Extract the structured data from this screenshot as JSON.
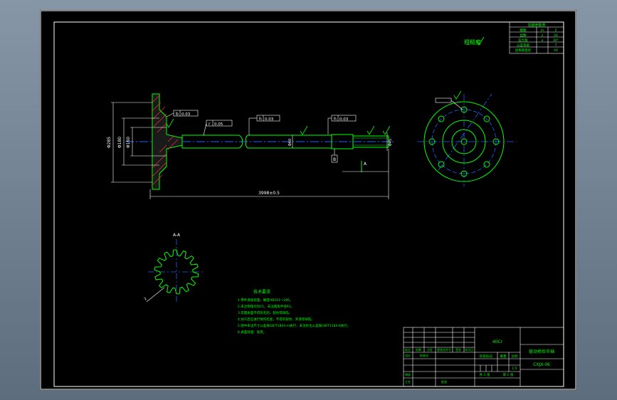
{
  "drawing": {
    "surface_note": "粗糙度",
    "dimension_total": "3998±0.5",
    "dim_left_1": "Φ285",
    "dim_left_2": "Φ180",
    "dim_left_3": "Φ160",
    "dim_shaft": "Φ60",
    "dim_end": "Φ45",
    "fcf_1": "0.03",
    "fcf_2": "0.05",
    "fcf_3": "0.03",
    "fcf_4": "0.03",
    "datum": "B",
    "section_label": "A-A",
    "section_mark": "A",
    "tech_title": "技术要求",
    "tech_lines": [
      "1.零件调质处理，硬度HB241～285。",
      "2.未注倒角均为C1，未注圆角半径R1。",
      "3.花键表面不得有毛刺、裂纹等缺陷。",
      "4.加工后应进行探伤检查，不得有裂纹、夹渣等缺陷。",
      "5.图中未注尺寸公差按GB/T1804-m执行，未注形位公差按GB/T1184-K执行。",
      "6.表面处理：发黑。"
    ],
    "spline_table_title": "花键参数表",
    "spline_table_rows": [
      [
        "模数",
        "m",
        "2"
      ],
      [
        "齿数",
        "z",
        "24"
      ],
      [
        "压力角",
        "α",
        "30°"
      ],
      [
        "公差等级",
        "",
        "7"
      ],
      [
        "齿根圆直径",
        "",
        "44"
      ]
    ]
  },
  "title_block": {
    "material": "40Cr",
    "part_name": "驱动桥后半轴",
    "drawing_no": "CXJX-06",
    "scale_label": "比例",
    "scale_value": "1:5",
    "weight_label": "重量",
    "stage_label": "阶段标记",
    "designer_label": "设计",
    "standard_label": "标准化",
    "checker_label": "审核",
    "process_label": "工艺",
    "approve_label": "批准",
    "sheet_label": "共 1 张",
    "page_label": "第 1 张",
    "rev_cols": [
      "标记",
      "处数",
      "分区",
      "更改文件号",
      "签名",
      "年月日"
    ]
  },
  "colors": {
    "frame": "#ffffff",
    "outline": "#00ff00",
    "center": "#2060ff",
    "dim": "#ffffff",
    "fill": "#1a1a1a"
  }
}
